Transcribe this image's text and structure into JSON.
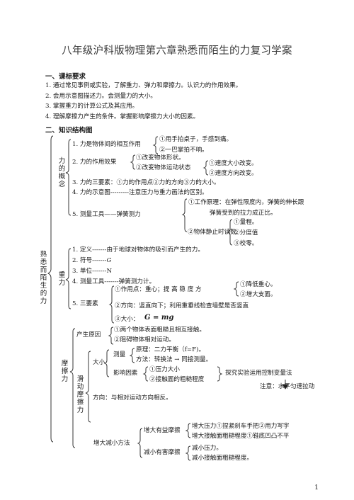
{
  "title": "八年级沪科版物理第六章熟悉而陌生的力复习学案",
  "section1": {
    "heading": "一、课标要求",
    "items": [
      "1. 通过常见事例或实验，了解重力、弹力和摩擦力。认识力的作用效果。",
      "2. 会用示意图描述力。会测量力的大小。",
      "3. 掌握重力的计算公式及其应用。",
      "4. 理解摩擦力产生的条件。掌握影响摩擦力大小的因素。"
    ]
  },
  "section2": {
    "heading": "二、知识结构图"
  },
  "tree": {
    "root": "熟悉而陌生的力",
    "concept": {
      "label": "力的概念",
      "l1": "1. 力是物体间的相互作用",
      "l1a": "①用手拍桌子，手感到痛。",
      "l1b": "②一巴掌拍不响。",
      "l2": "2.   力的作用效果",
      "l2a": "①改变物体形状。",
      "l2b": "②改变物体运动状态",
      "l2b1": "①速度大小改变。",
      "l2b2": "②速度方向改变。",
      "l3": "3.   力的三要素：①力的作用点②力的方向③力的大小。",
      "l4": "4.   力的示意图---------注意压力与重力画法的区别。",
      "l5": "5.   测量工具——弹簧测力",
      "l5a": "①工作原理：在弹性限度内，弹簧的伸长跟",
      "l5a2": "弹簧受到的拉力成正比。",
      "l5b": "②物体静止时读数",
      "l5b1": "①量程。",
      "l5b2": "②分度值",
      "l5b3": "③校零。"
    },
    "gravity": {
      "label": "重力",
      "g1": "1.   定义-------由于地球对物体的吸引而产生的力。",
      "g2": "2.   符号-------",
      "g2v": "G",
      "g3": "3.   单位-------",
      "g3v": "N",
      "g4": "4.   测量工具-------弹簧测力计。",
      "g5": "5.   三要素",
      "g5a": "①作用点：重心；提  高  稳  度  方",
      "g5a1": "①降低重心。",
      "g5a2": "②增大支面。",
      "g5b": "②方向：竖直向下；利用重垂线检查墙壁是否竖直",
      "g5c": "③大小：",
      "g5c_formula": "G  =  mg"
    },
    "friction": {
      "label": "摩擦力",
      "cause": "产生原因",
      "cause1": "①两个物体表面粗糙且相互接触。",
      "cause2": "②阻碍物体相对运动。",
      "sliding": "滑动摩擦力",
      "size": "大小",
      "measure": "测量",
      "principle": "原理：二力平衡（f=F)。",
      "method": "方法：转换法  →  同接测量。",
      "factors": "影响因素",
      "factor1": "①压力大小",
      "factor2": "②接触面的粗糙程度",
      "explore": "探究实验运用控制变量法",
      "note": "注意：水平匀速拉动",
      "direction": "方向：与相对运动方向相反。",
      "change": "增大减小方法",
      "increase": "增大有益摩擦",
      "inc1": "增大压力①捏紧刹车手把②用力写字",
      "inc2": "增大接触面粗糙程度①鞋底凹凸不平",
      "decrease": "减小有害摩擦",
      "dec1": "减小压力。",
      "dec2": "减小接触面粗糙程度。"
    }
  },
  "page_number": "1"
}
